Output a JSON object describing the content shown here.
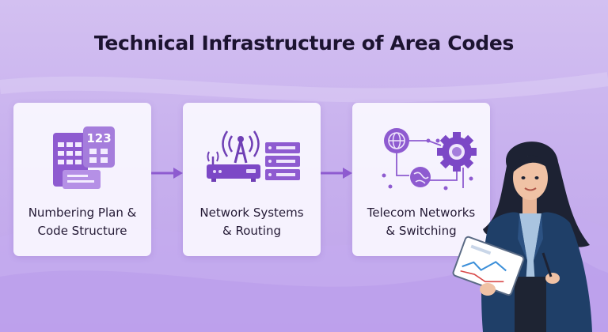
{
  "title": "Technical Infrastructure of Area Codes",
  "steps": [
    {
      "label_line1": "Numbering Plan &",
      "label_line2": "Code Structure",
      "icon": "numbering-plan-icon",
      "badge": "123"
    },
    {
      "label_line1": "Network Systems",
      "label_line2": "& Routing",
      "icon": "router-server-icon"
    },
    {
      "label_line1": "Telecom Networks",
      "label_line2": "& Switching",
      "icon": "network-switching-icon"
    }
  ],
  "colors": {
    "accent": "#8e5bd0",
    "accent_dark": "#6f3fb5",
    "card_bg": "#faf7ff",
    "title_text": "#1c1330"
  }
}
